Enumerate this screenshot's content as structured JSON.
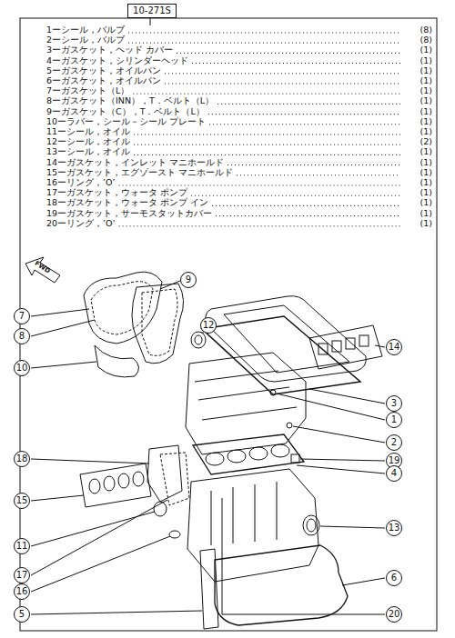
{
  "diagram": {
    "nodes": [
      {
        "text": [
          "10-271S"
        ]
      },
      {
        "text": [
          "9"
        ]
      },
      {
        "text": [
          "7"
        ]
      },
      {
        "text": [
          "12"
        ]
      },
      {
        "text": [
          "8"
        ]
      },
      {
        "text": [
          "14"
        ]
      },
      {
        "text": [
          "10"
        ]
      },
      {
        "text": [
          "3"
        ]
      },
      {
        "text": [
          "1"
        ]
      },
      {
        "text": [
          "2"
        ]
      },
      {
        "text": [
          "18"
        ]
      },
      {
        "text": [
          "19"
        ]
      },
      {
        "text": [
          "4"
        ]
      },
      {
        "text": [
          "15"
        ]
      },
      {
        "text": [
          "13"
        ]
      },
      {
        "text": [
          "11"
        ]
      },
      {
        "text": [
          "17"
        ]
      },
      {
        "text": [
          "6"
        ]
      },
      {
        "text": [
          "16"
        ]
      },
      {
        "text": [
          "5"
        ]
      },
      {
        "text": [
          "20"
        ]
      }
    ],
    "labels": [
      "1ーシール，バルブ",
      "(8)",
      "2ーシール，バルブ",
      "(8)",
      "3ーガスケット，ヘッド カバー",
      "(1)",
      "4ーガスケット，シリンダーヘッド",
      "(1)",
      "5ーガスケット，オイルパン",
      "(1)",
      "6ーガスケット，オイルパン",
      "(1)",
      "7ーガスケット（L）",
      "(1)",
      "8ーガスケット（INN），T．ベルト（L）",
      "(1)",
      "9ーガスケット（C），T．ベルト（L）",
      "(1)",
      "10ーラバー，シール－シール プレート",
      "(1)",
      "11ーシール，オイル",
      "(1)",
      "12ーシール，オイル",
      "(2)",
      "13ーシール，オイル",
      "(1)",
      "14ーガスケット，インレット マニホールド",
      "(1)",
      "15ーガスケット，エグゾースト マニホールド",
      "(1)",
      "16ーリング，’O’",
      "(1)",
      "17ーガスケット，ウォータ ポンプ",
      "(1)",
      "18ーガスケット，ウォータ ポンプ イン",
      "(1)",
      "19ーガスケット，サーモスタットカバー",
      "(1)",
      "20ーリング，’O’",
      "(1)",
      "FWD"
    ]
  }
}
